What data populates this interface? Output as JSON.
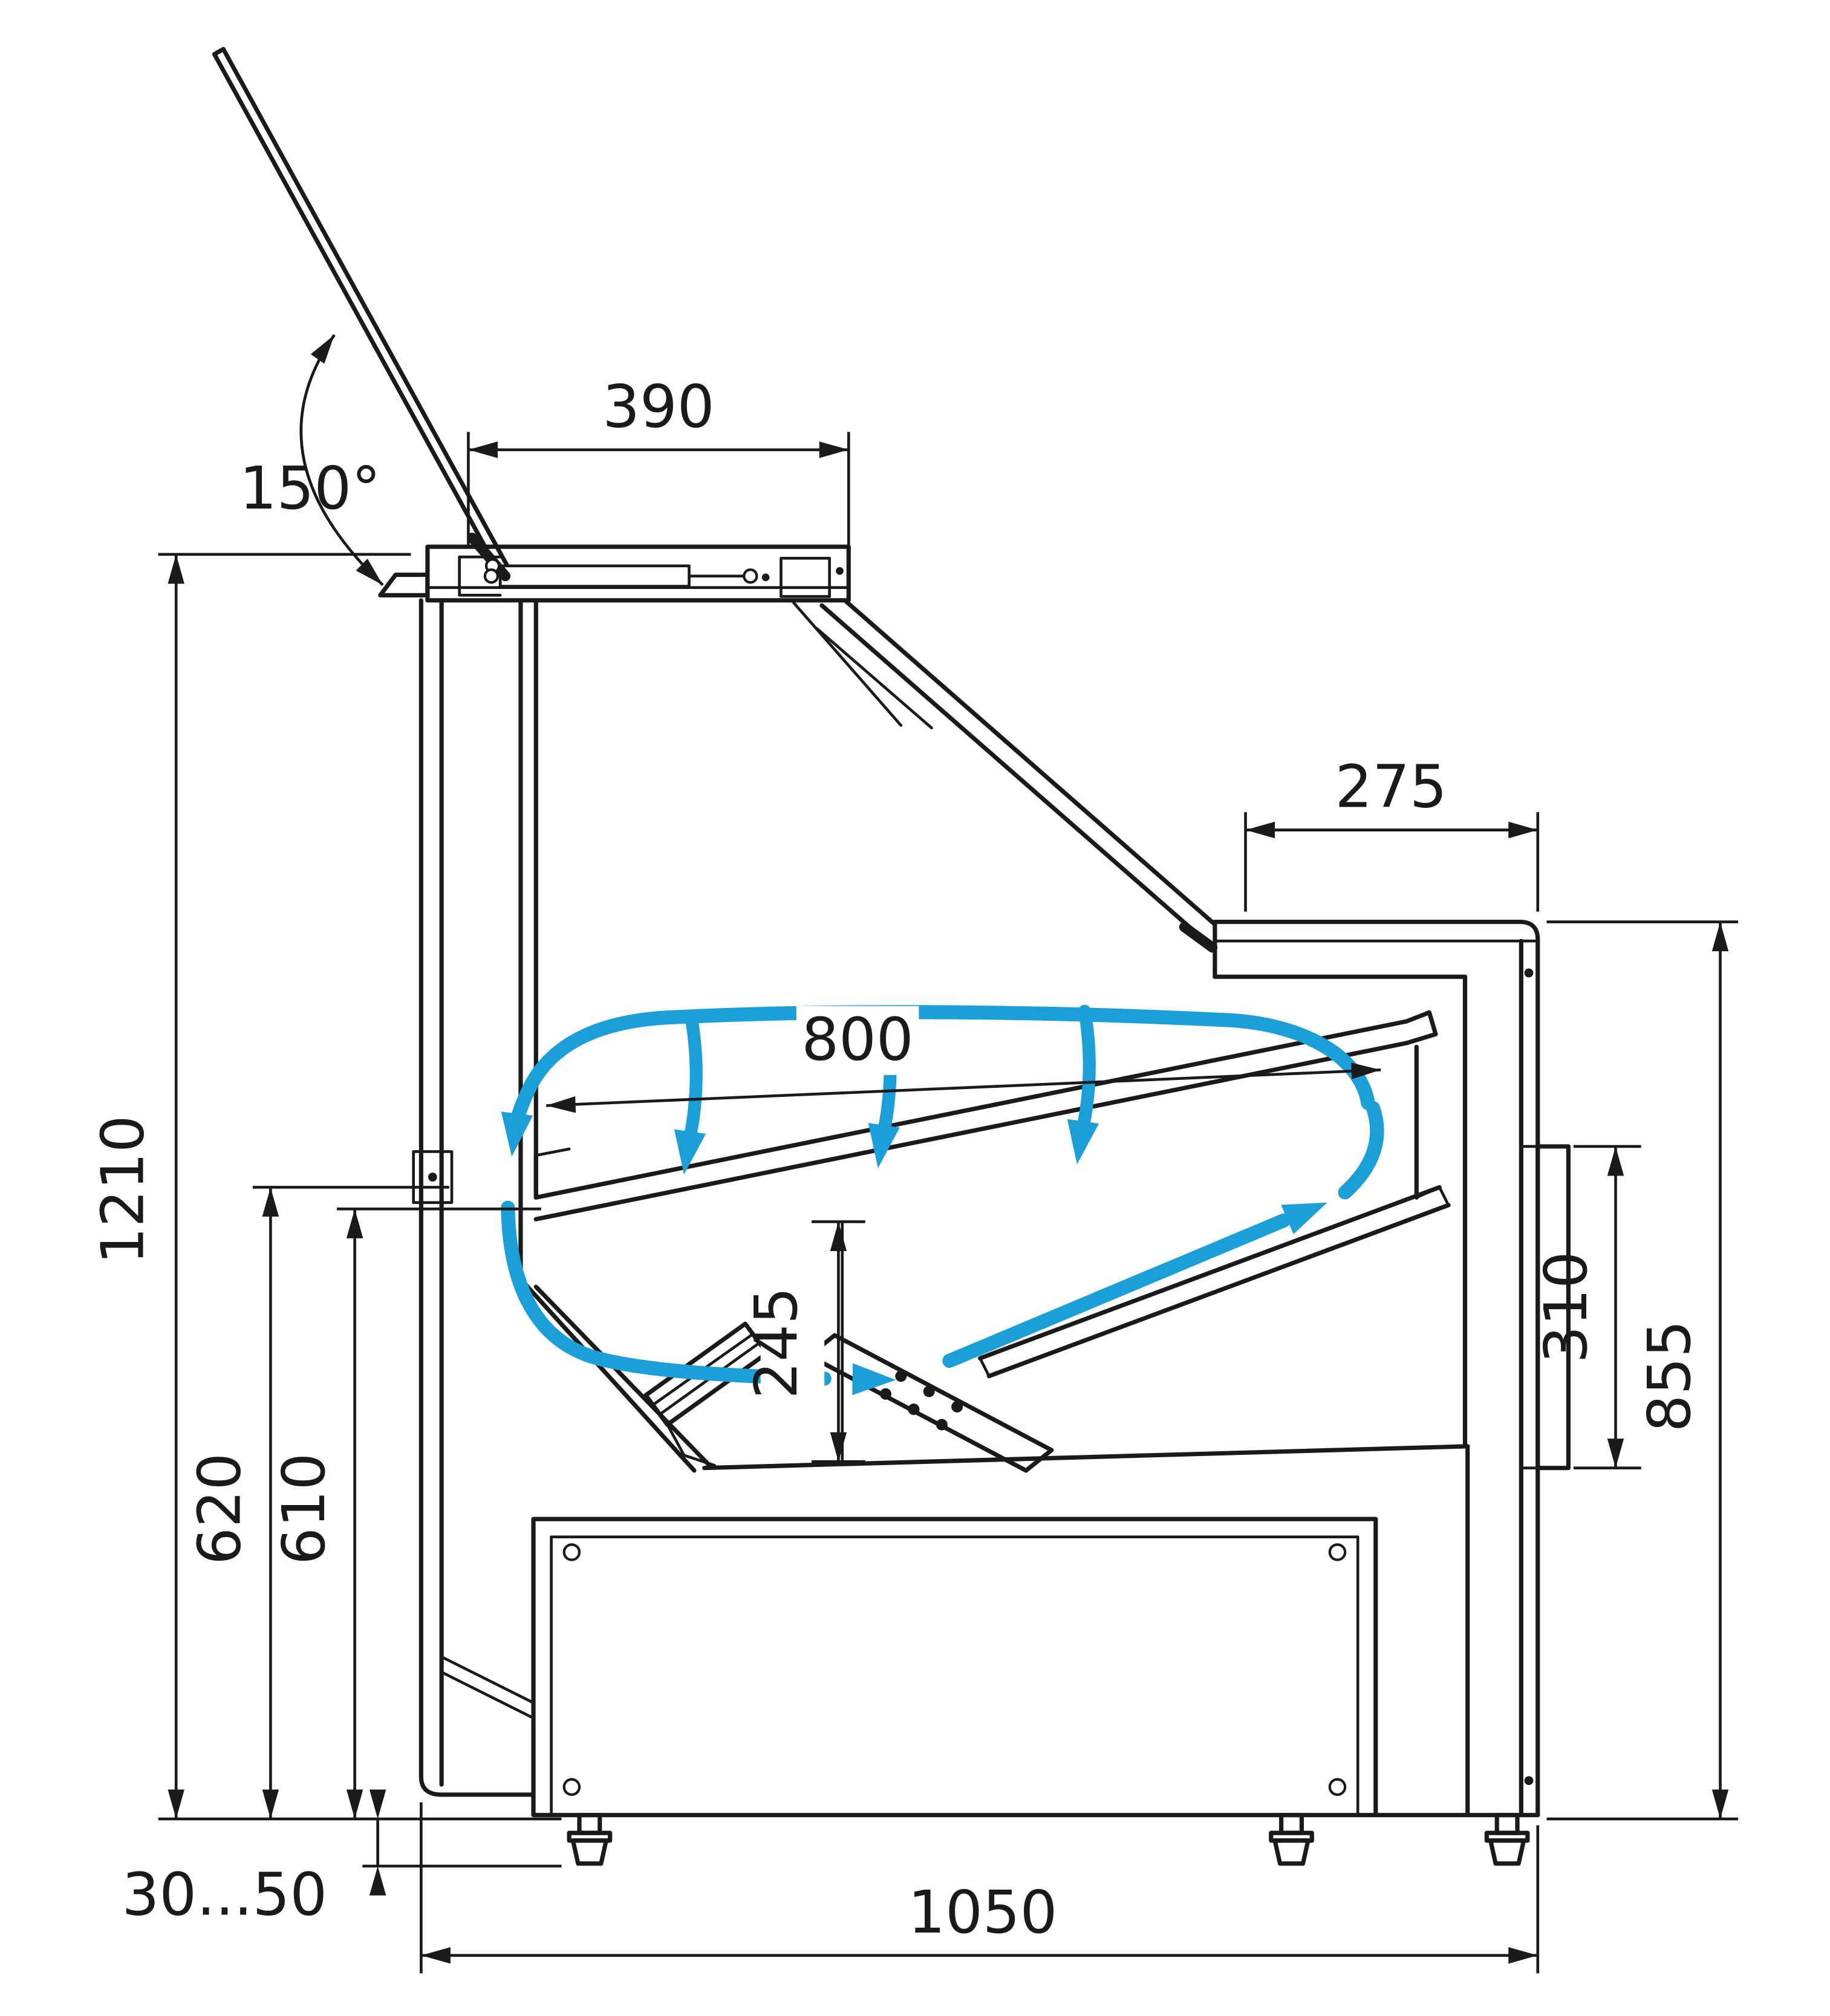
{
  "diagram": {
    "title": "refrigerated-serve-over-counter-cross-section",
    "colors": {
      "outline": "#1a1a1a",
      "airflow": "#1b9fd9",
      "background": "#ffffff"
    },
    "dimensions": {
      "lid_opening_angle": "150°",
      "canopy_depth": "390",
      "counter_depth": "275",
      "display_depth": "800",
      "overall_height": "1210",
      "rear_opening_height": "620",
      "deck_height": "610",
      "well_depth": "245",
      "side_panel_height": "310",
      "front_height": "855",
      "foot_adjust_range": "30...50",
      "base_depth": "1050"
    }
  }
}
